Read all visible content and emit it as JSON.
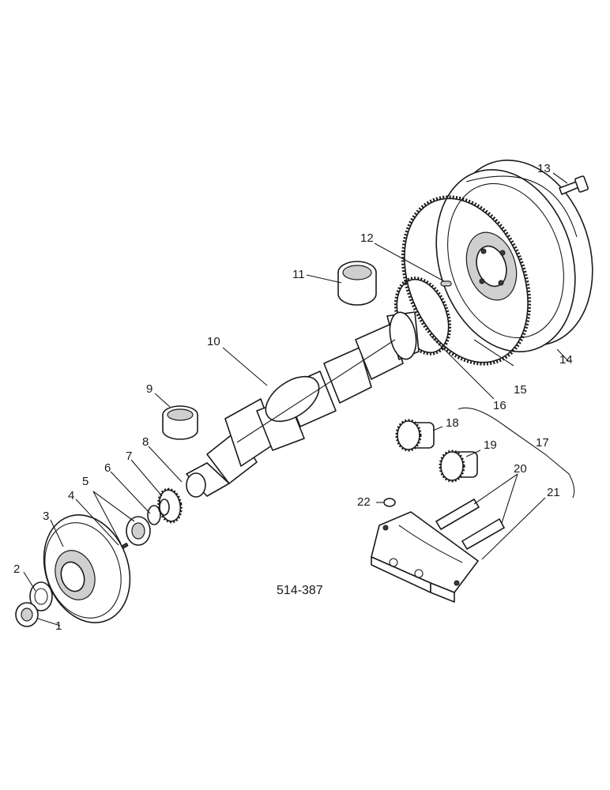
{
  "figure": {
    "id_label": "514-387",
    "callouts": [
      "1",
      "2",
      "3",
      "4",
      "5",
      "6",
      "7",
      "8",
      "9",
      "10",
      "11",
      "12",
      "13",
      "14",
      "15",
      "16",
      "17",
      "18",
      "19",
      "20",
      "21",
      "22"
    ]
  },
  "parts": [
    {
      "ref": "1",
      "icon": "pulley-nut-icon"
    },
    {
      "ref": "2",
      "icon": "washer-icon"
    },
    {
      "ref": "3",
      "icon": "crankshaft-pulley-icon"
    },
    {
      "ref": "4",
      "icon": "key-icon"
    },
    {
      "ref": "5",
      "icon": "spacer-icon"
    },
    {
      "ref": "6",
      "icon": "o-ring-icon"
    },
    {
      "ref": "7",
      "icon": "crankshaft-gear-icon"
    },
    {
      "ref": "9",
      "icon": "main-bearing-icon"
    },
    {
      "ref": "10",
      "icon": "crankshaft-icon"
    },
    {
      "ref": "11",
      "icon": "thrust-bearing-icon"
    },
    {
      "ref": "12",
      "icon": "dowel-pin-icon"
    },
    {
      "ref": "13",
      "icon": "flywheel-bolt-icon"
    },
    {
      "ref": "14",
      "icon": "flywheel-icon"
    },
    {
      "ref": "15",
      "icon": "ring-gear-icon"
    },
    {
      "ref": "16",
      "icon": "seal-ring-icon"
    },
    {
      "ref": "18",
      "icon": "idler-gear-icon"
    },
    {
      "ref": "19",
      "icon": "idler-gear-icon"
    },
    {
      "ref": "20",
      "icon": "shaft-icon"
    },
    {
      "ref": "21",
      "icon": "oil-pump-body-icon"
    },
    {
      "ref": "22",
      "icon": "o-ring-icon"
    }
  ]
}
